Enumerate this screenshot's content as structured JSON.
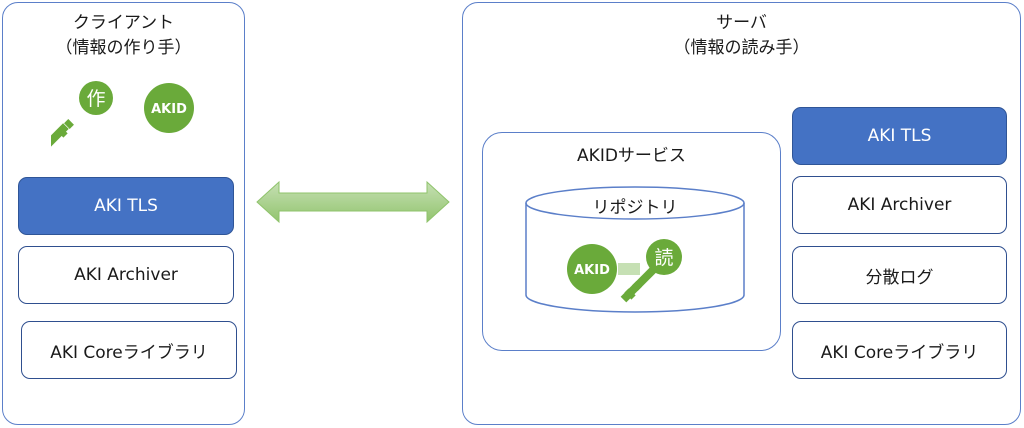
{
  "client": {
    "title_line1": "クライアント",
    "title_line2": "（情報の作り手）",
    "write_key_char": "作",
    "akid_badge": "AKID",
    "modules": [
      "AKI TLS",
      "AKI Archiver",
      "AKI Coreライブラリ"
    ]
  },
  "server": {
    "title_line1": "サーバ",
    "title_line2": "（情報の読み手）",
    "modules": [
      "AKI TLS",
      "AKI Archiver",
      "分散ログ",
      "AKI Coreライブラリ"
    ]
  },
  "akid_service": {
    "title": "AKIDサービス",
    "repository": "リポジトリ",
    "akid_badge": "AKID",
    "read_key_char": "読"
  },
  "colors": {
    "panel_border": "#5b7fc9",
    "primary_fill": "#4472c4",
    "key_green": "#6aaa3a",
    "arrow_green": "#a9d18e"
  }
}
